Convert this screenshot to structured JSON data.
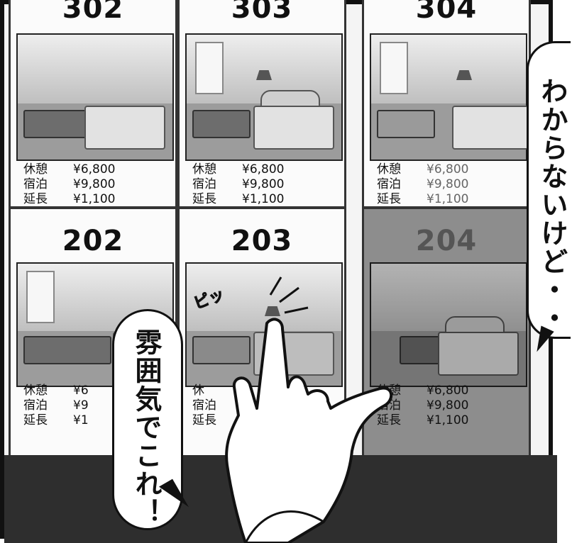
{
  "rooms": [
    {
      "number": "302",
      "prices": {
        "rest_label": "休憩",
        "rest": "¥6,800",
        "stay_label": "宿泊",
        "stay": "¥9,800",
        "ext_label": "延長",
        "ext": "¥1,100"
      }
    },
    {
      "number": "303",
      "prices": {
        "rest_label": "休憩",
        "rest": "¥6,800",
        "stay_label": "宿泊",
        "stay": "¥9,800",
        "ext_label": "延長",
        "ext": "¥1,100"
      }
    },
    {
      "number": "304",
      "prices": {
        "rest_label": "休憩",
        "rest": "¥6,800",
        "stay_label": "宿泊",
        "stay": "¥9,800",
        "ext_label": "延長",
        "ext": "¥1,100"
      }
    },
    {
      "number": "202",
      "prices": {
        "rest_label": "休憩",
        "rest": "¥6",
        "stay_label": "宿泊",
        "stay": "¥9",
        "ext_label": "延長",
        "ext": "¥1"
      }
    },
    {
      "number": "203",
      "prices": {
        "rest_label": "休",
        "rest": "",
        "stay_label": "宿泊",
        "stay": "",
        "ext_label": "延長",
        "ext": ""
      }
    },
    {
      "number": "204",
      "prices": {
        "rest_label": "休憩",
        "rest": "¥6,800",
        "stay_label": "宿泊",
        "stay": "¥9,800",
        "ext_label": "延長",
        "ext": "¥1,100"
      }
    }
  ],
  "speech": {
    "left_bubble": "雰囲気でこれ！",
    "right_bubble": "わからないけど・・"
  },
  "sfx": "ピッ",
  "colors": {
    "ink": "#111111",
    "panel_bg": "#fbfbfb",
    "dark_panel": "#8d8d8d",
    "bottom_band": "#2e2e2e"
  }
}
